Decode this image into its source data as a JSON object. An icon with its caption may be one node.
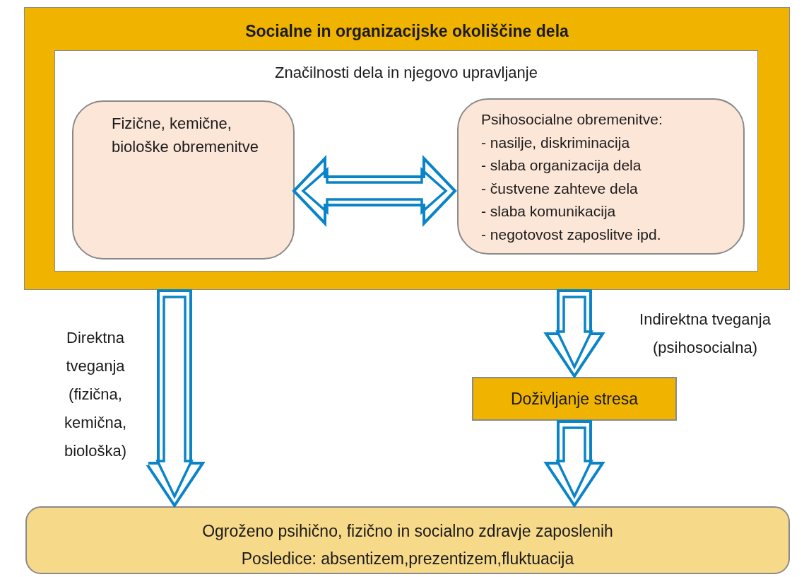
{
  "diagram": {
    "nodes": [
      {
        "text": [
          "Socialne in organizacijske okoliščine dela"
        ]
      },
      {
        "text": [
          "Značilnosti dela in njegovo upravljanje"
        ],
        "in": 0
      },
      {
        "text": [
          "Fizične, kemične, biološke obremenitve"
        ],
        "in": 1
      },
      {
        "text": [
          "Psihosocialne obremenitve:",
          "- nasilje, diskriminacija",
          "- slaba organizacija dela",
          "- čustvene zahteve dela",
          "- slaba komunikacija",
          "- negotovost zaposlitve ipd."
        ],
        "in": 1
      },
      {
        "text": [
          "Doživljanje stresa"
        ]
      },
      {
        "text": [
          "Ogroženo psihično, fizično in socialno zdravje zaposlenih",
          "Posledice: absentizem,prezentizem,fluktuacija"
        ]
      }
    ],
    "edges": [
      {
        "from": 2,
        "to": 3,
        "arrow": "both"
      },
      {
        "from": 0,
        "to": 5,
        "arrow": "to",
        "label": "Direktna tveganja (fizična, kemična, biološka)"
      },
      {
        "from": 0,
        "to": 4,
        "arrow": "to",
        "label": "Indirektna tveganja (psihosocialna)"
      },
      {
        "from": 4,
        "to": 5,
        "arrow": "to"
      }
    ]
  }
}
